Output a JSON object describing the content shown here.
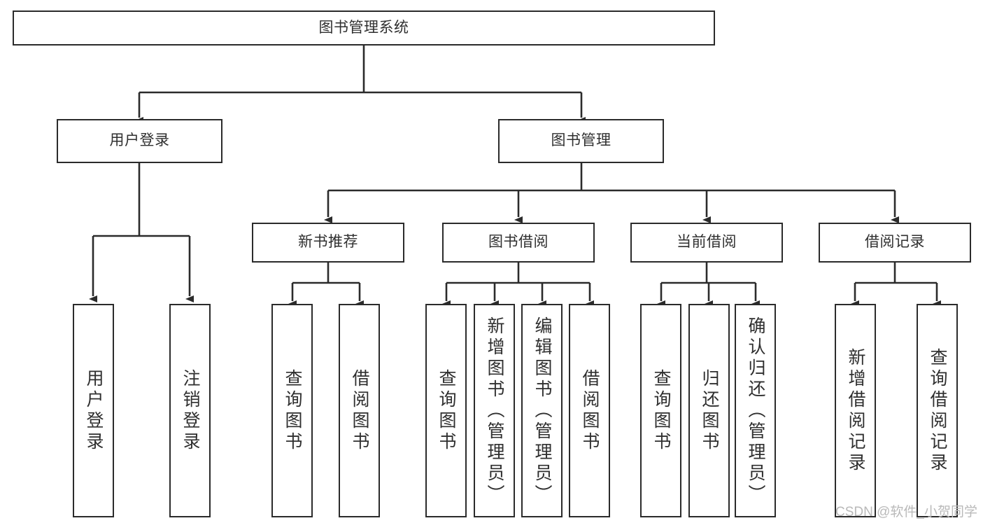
{
  "diagram": {
    "title": "图书管理系统",
    "type": "tree-hierarchy",
    "watermark": "CSDN @软件_小贺同学",
    "colors": {
      "stroke": "#2b2b2b",
      "text": "#2f2f2f",
      "background": "#ffffff",
      "watermark": "#b9b9b9"
    },
    "root": {
      "label": "图书管理系统"
    },
    "level1": [
      {
        "label": "用户登录"
      },
      {
        "label": "图书管理"
      }
    ],
    "level2": [
      {
        "label": "新书推荐"
      },
      {
        "label": "图书借阅"
      },
      {
        "label": "当前借阅"
      },
      {
        "label": "借阅记录"
      }
    ],
    "leaves": {
      "user_login": [
        {
          "label": "用户登录"
        },
        {
          "label": "注销登录"
        }
      ],
      "new_book_recommend": [
        {
          "label": "查询图书"
        },
        {
          "label": "借阅图书"
        }
      ],
      "book_borrow": [
        {
          "label": "查询图书"
        },
        {
          "label": "新增图书（管理员）"
        },
        {
          "label": "编辑图书（管理员）"
        },
        {
          "label": "借阅图书"
        }
      ],
      "current_borrow": [
        {
          "label": "查询图书"
        },
        {
          "label": "归还图书"
        },
        {
          "label": "确认归还（管理员）"
        }
      ],
      "borrow_record": [
        {
          "label": "新增借阅记录"
        },
        {
          "label": "查询借阅记录"
        }
      ]
    }
  }
}
